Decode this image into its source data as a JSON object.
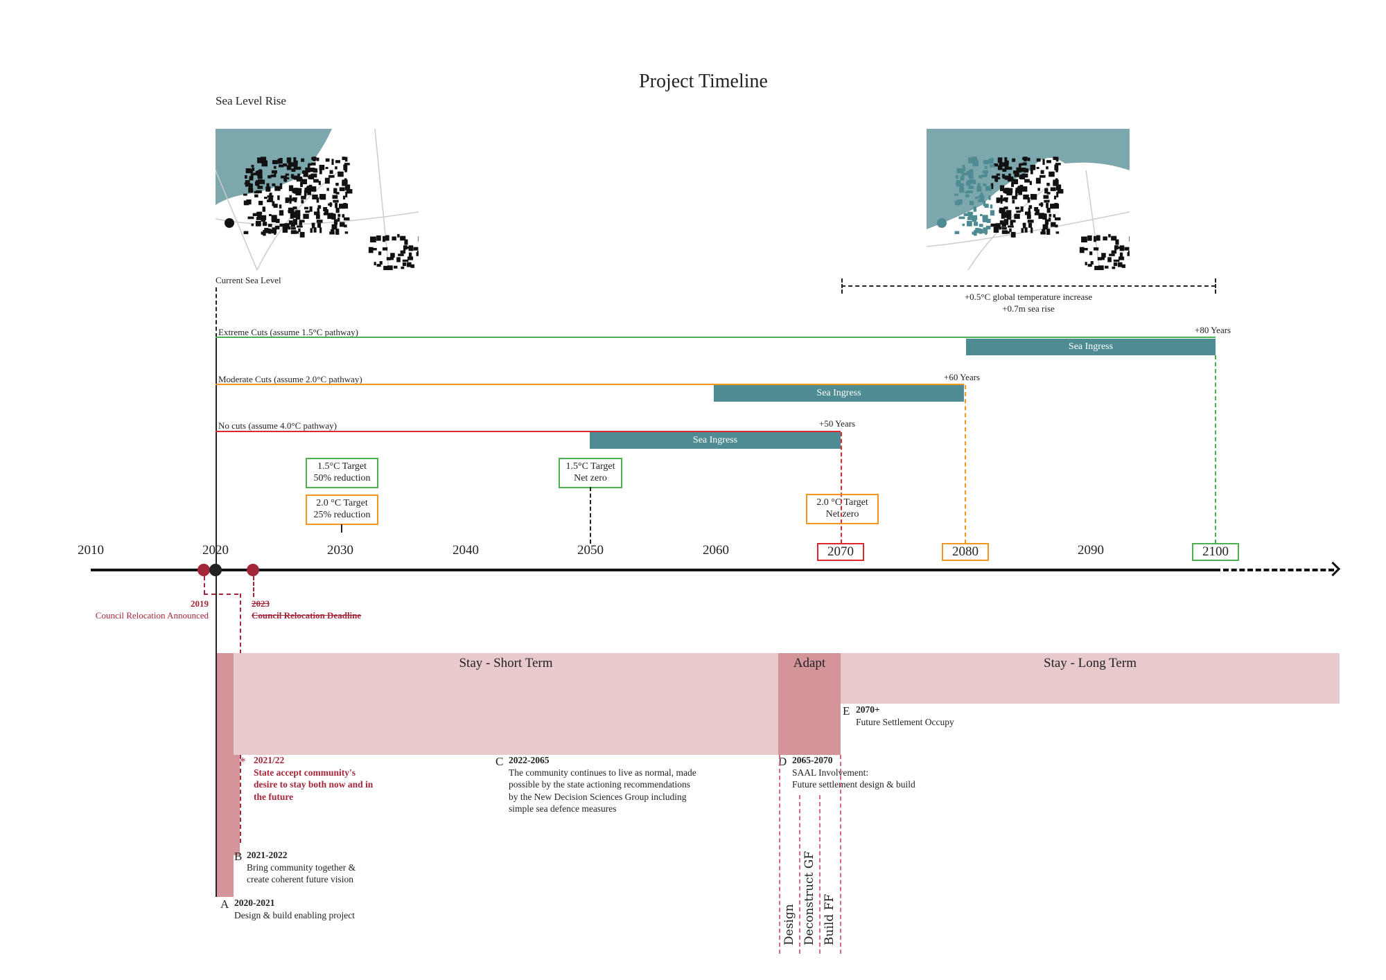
{
  "title": "Project Timeline",
  "section_label": "Sea Level Rise",
  "current_sea_level": "Current Sea Level",
  "future_projection": {
    "line1": "+0.5°C global temperature increase",
    "line2": "+0.7m sea rise"
  },
  "scenarios": [
    {
      "label": "Extreme Cuts (assume 1.5°C pathway)",
      "end_label": "+80 Years",
      "bar": "Sea Ingress",
      "color": "#4caf50",
      "start": 2080,
      "end": 2100
    },
    {
      "label": "Moderate Cuts (assume 2.0°C pathway)",
      "end_label": "+60 Years",
      "bar": "Sea Ingress",
      "color": "#f7941d",
      "start": 2060,
      "end": 2080
    },
    {
      "label": "No cuts (assume 4.0°C pathway)",
      "end_label": "+50 Years",
      "bar": "Sea Ingress",
      "color": "#e0262e",
      "start": 2050,
      "end": 2070
    }
  ],
  "targets": [
    {
      "line1": "1.5°C Target",
      "line2": "50% reduction",
      "color": "#4caf50"
    },
    {
      "line1": "2.0 °C Target",
      "line2": "25% reduction",
      "color": "#f7941d"
    },
    {
      "line1": "1.5°C Target",
      "line2": "Net zero",
      "color": "#4caf50"
    },
    {
      "line1": "2.0 °C Target",
      "line2": "Net zero",
      "color": "#f7941d"
    }
  ],
  "axis": {
    "years": [
      "2010",
      "2020",
      "2030",
      "2040",
      "2050",
      "2060",
      "2070",
      "2080",
      "2090",
      "2100"
    ]
  },
  "events": {
    "e2019": {
      "year": "2019",
      "label": "Council Relocation Announced"
    },
    "e2023": {
      "year": "2023",
      "label": "Council Relocation Deadline"
    }
  },
  "phases": {
    "short": "Stay - Short Term",
    "adapt": "Adapt",
    "long": "Stay - Long Term"
  },
  "notes": {
    "A": {
      "letter": "A",
      "years": "2020-2021",
      "text": "Design & build enabling project"
    },
    "B": {
      "letter": "B",
      "years": "2021-2022",
      "l1": "Bring community together &",
      "l2": "create coherent future vision"
    },
    "star": {
      "mark": "*",
      "years": "2021/22",
      "l1": "State accept community's",
      "l2": "desire to stay both now and in",
      "l3": "the future"
    },
    "C": {
      "letter": "C",
      "years": "2022-2065",
      "l1": "The community continues to live as normal, made",
      "l2": "possible by the state actioning recommendations",
      "l3": "by the New Decision Sciences Group including",
      "l4": "simple sea defence measures"
    },
    "D": {
      "letter": "D",
      "years": "2065-2070",
      "l1": "SAAL Involvement:",
      "l2": "Future settlement design & build"
    },
    "E": {
      "letter": "E",
      "years": "2070+",
      "text": "Future Settlement Occupy"
    }
  },
  "stages": [
    "Design",
    "Deconstruct GF",
    "Build FF"
  ],
  "colors": {
    "teal": "#4e8b92",
    "pink": "#e8c9cc",
    "pink_dark": "#d4959a",
    "crimson": "#a3263a"
  }
}
